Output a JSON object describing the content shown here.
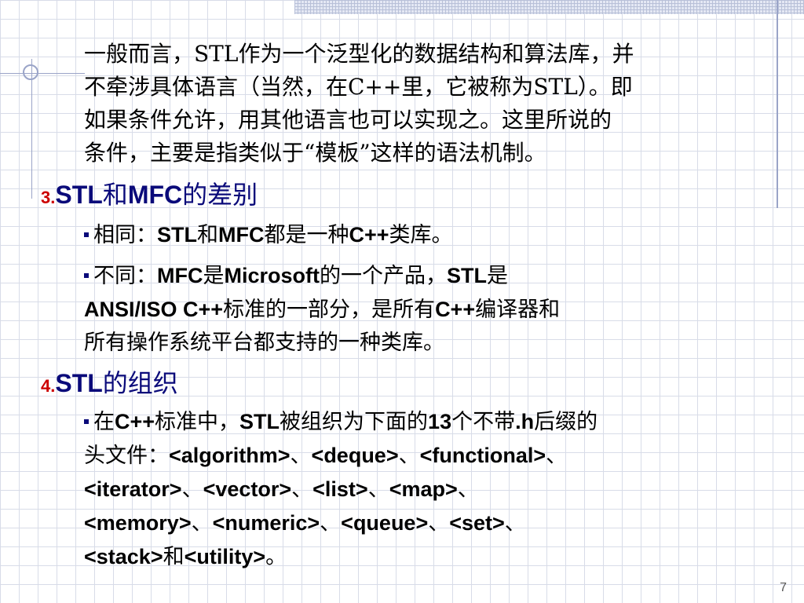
{
  "intro": {
    "lines": [
      "一般而言，STL作为一个泛型化的数据结构和算法库，并",
      "不牵涉具体语言（当然，在C++里，它被称为STL）。即",
      "如果条件允许，用其他语言也可以实现之。这里所说的",
      "条件，主要是指类似于“模板”这样的语法机制。"
    ]
  },
  "section3": {
    "number": "3.",
    "title_a": "STL",
    "title_b": "和",
    "title_c": "MFC",
    "title_d": "的差别",
    "bullet1": {
      "t1": "相同：",
      "t2": "STL",
      "t3": "和",
      "t4": "MFC",
      "t5": "都是一种",
      "t6": "C++",
      "t7": "类库。"
    },
    "bullet2": {
      "t1": "不同：",
      "t2": "MFC",
      "t3": "是",
      "t4": "Microsoft",
      "t5": "的一个产品，",
      "t6": "STL",
      "t7": "是",
      "t8": "ANSI/ISO C++",
      "t9": "标准的一部分，是所有",
      "t10": "C++",
      "t11": "编译器和",
      "t12": "所有操作系统平台都支持的一种类库。"
    }
  },
  "section4": {
    "number": "4.",
    "title_a": "STL",
    "title_b": "的组织",
    "bullet1": {
      "t1": "在",
      "t2": "C++",
      "t3": "标准中，",
      "t4": "STL",
      "t5": "被组织为下面的",
      "t6": "13",
      "t7": "个不带",
      "t8": ".h",
      "t9": "后缀的",
      "t10": "头文件：",
      "t11": "<algorithm>",
      "t12": "、",
      "t13": "<deque>",
      "t14": "、",
      "t15": "<functional>",
      "t16": "、",
      "t17": "<iterator>",
      "t18": "、",
      "t19": "<vector>",
      "t20": "、",
      "t21": "<list>",
      "t22": "、",
      "t23": "<map>",
      "t24": "、",
      "t25": "<memory>",
      "t26": "、",
      "t27": "<numeric>",
      "t28": "、",
      "t29": "<queue>",
      "t30": "、",
      "t31": "<set>",
      "t32": "、",
      "t33": "<stack>",
      "t34": "和",
      "t35": "<utility>",
      "t36": "。"
    }
  },
  "slide_number": "7",
  "colors": {
    "heading": "#0a0a7a",
    "number": "#cc0000",
    "grid": "#d8dce8"
  }
}
